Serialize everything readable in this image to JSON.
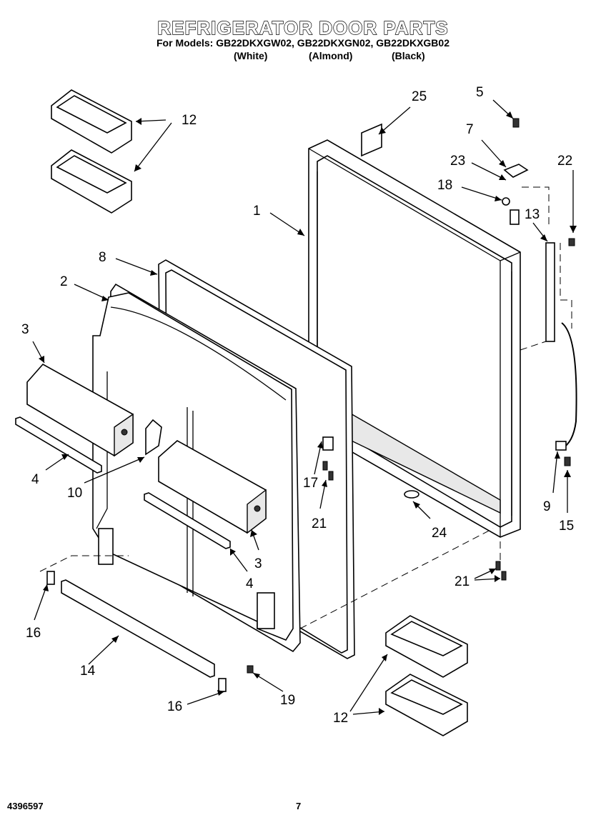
{
  "header": {
    "title": "REFRIGERATOR DOOR PARTS",
    "models_line": "For Models: GB22DKXGW02, GB22DKXGN02, GB22DKXGB02",
    "variants": [
      "(White)",
      "(Almond)",
      "(Black)"
    ]
  },
  "callouts": {
    "c1": "1",
    "c2": "2",
    "c3a": "3",
    "c3b": "3",
    "c4a": "4",
    "c4b": "4",
    "c5": "5",
    "c7": "7",
    "c8": "8",
    "c9": "9",
    "c10": "10",
    "c12a": "12",
    "c12b": "12",
    "c13": "13",
    "c14": "14",
    "c15": "15",
    "c16a": "16",
    "c16b": "16",
    "c17": "17",
    "c18": "18",
    "c19": "19",
    "c21a": "21",
    "c21b": "21",
    "c22": "22",
    "c23": "23",
    "c24": "24",
    "c25": "25"
  },
  "footer": {
    "doc_number": "4396597",
    "page_number": "7"
  }
}
